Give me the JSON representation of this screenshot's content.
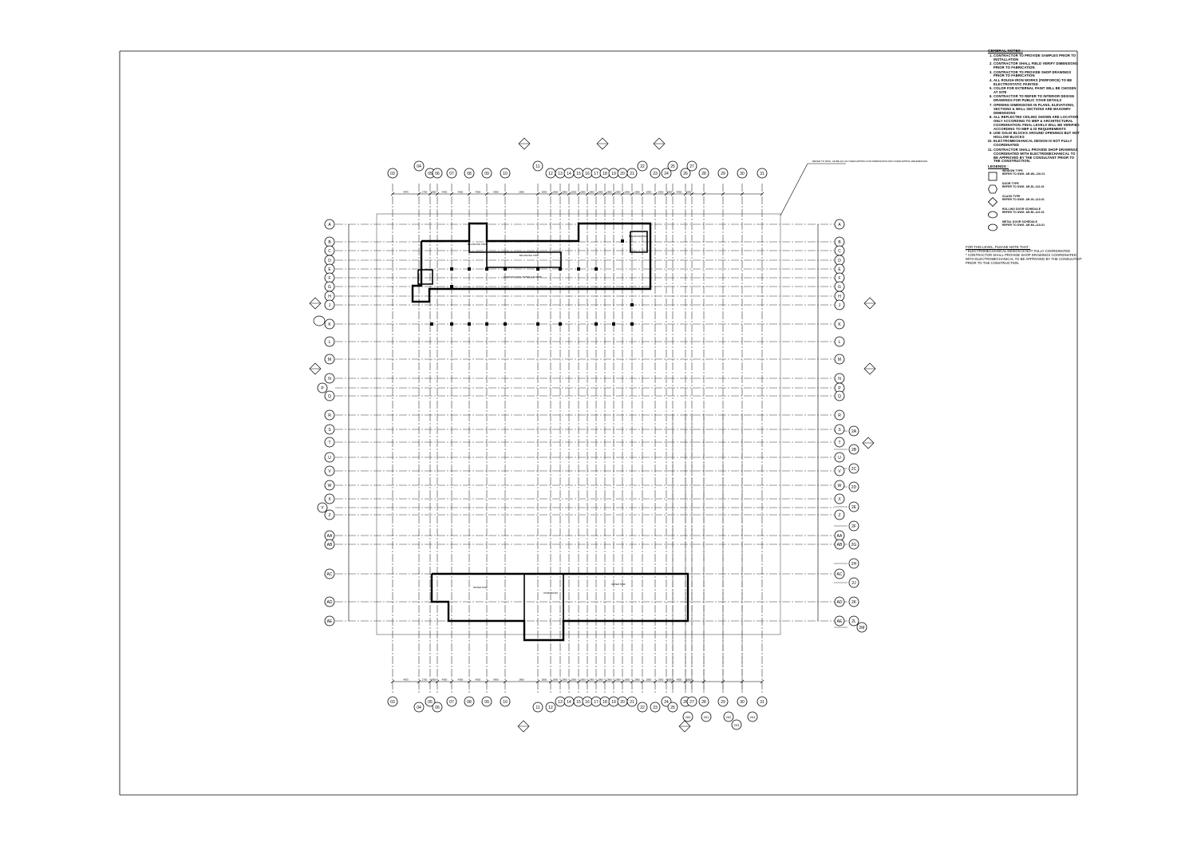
{
  "sheet": {
    "title_block_visible": false
  },
  "notes": {
    "heading": "GENERAL NOTES :",
    "items": [
      "CONTRACTOR TO PROVIDE SAMPLES PRIOR TO INSTALLATION",
      "CONTRACTOR SHALL FIELD VERIFY DIMENSIONS PRIOR TO FABRICATION",
      "CONTRACTOR TO PROVIDE SHOP DRAWINGS PRIOR TO FABRICATION",
      "ALL ROUGH IRON WORKS (FERFORCE) TO BE ELECTROSTATIC PAINTED",
      "COLOR FOR EXTERNAL PAINT WILL BE CHOSEN AT SITE",
      "CONTRACTOR TO REFER TO INTERIOR DESIGN DRAWINGS FOR PUBLIC STAIR DETAILS",
      "OPENING DIMENSIONS IN PLANS, ELEVATIONS, SECTIONS & WALL SECTIONS ARE MASONRY DIMENSIONS",
      "ALL REFLECTED CEILING SHOWN ARE LOCATION ONLY ACCORDING TO MEP & ARCHITECTURAL COORDINATION. FINAL LEVELS WILL BE VERIFIED ACCORDING TO MEP & ID REQUIREMENTS",
      "USE SOLID BLOCKS AROUND OPENINGS BUT NOT HOLLOW BLOCKS",
      "ELECTROMECHANICAL DESIGN IS NOT FULLY COORDINATED",
      "CONTRACTOR SHALL PROVIDE SHOP DRAWINGS COORDINATED WITH ELECTROMECHANICAL TO BE APPROVED BY THE CONSULTANT PRIOR TO THE CONSTRUCTION."
    ],
    "legend_heading": "LEGENDS :",
    "legend": [
      {
        "symbol": "square",
        "label": "WINDOW TYPE",
        "ref": "REFER TO DWG. AR-WL-110-01"
      },
      {
        "symbol": "hexagon",
        "label": "DOOR TYPE",
        "ref": "REFER TO DWG. AR-DL-110-01"
      },
      {
        "symbol": "diamond",
        "label": "GLASS TYPE",
        "ref": "REFER TO DWG. AR-GL-110-01"
      },
      {
        "symbol": "ellipse",
        "label": "ROLLING DOOR SCHEDULE",
        "ref": "REFER TO DWG. AR-RL-110-01"
      },
      {
        "symbol": "ellipse-tag",
        "label": "METAL DOOR SCHEDULE",
        "ref": "REFER TO DWG. AR-ML-110-01"
      }
    ],
    "post_heading": "FOR THIS LEVEL, PLEASE NOTE THAT :",
    "post_items": [
      "* ELECTROMECHANICAL DESIGN IS NOT FULLY COORDINATED",
      "* CONTRACTOR SHALL PROVIDE SHOP DRAWINGS COORDINATED WITH ELECTROMECHANICAL TO BE APPROVED BY THE CONSULTANT PRIOR TO THE CONSTRUCTION."
    ]
  },
  "callout": {
    "text": "REFER TO DWG. AR-BE-101-01 OVERLAPPING FOR DIMENSIONS AND OVERLAPPING REFERENCES"
  },
  "grid": {
    "top_columns": [
      "03",
      "04",
      "05",
      "06",
      "07",
      "08",
      "09",
      "10",
      "11",
      "12",
      "13",
      "14",
      "15",
      "16",
      "17",
      "18",
      "19",
      "20",
      "21",
      "22",
      "23",
      "24",
      "25",
      "26",
      "27",
      "28",
      "29",
      "30",
      "31"
    ],
    "bottom_columns": [
      "03",
      "04",
      "05",
      "06",
      "07",
      "08",
      "09",
      "10",
      "11",
      "12",
      "13",
      "14",
      "15",
      "16",
      "17",
      "18",
      "19",
      "20",
      "21",
      "22",
      "23",
      "24",
      "25",
      "26",
      "27",
      "28",
      "29",
      "30",
      "31",
      "200",
      "201",
      "202",
      "203",
      "204"
    ],
    "left_rows": [
      "A",
      "B",
      "C",
      "D",
      "E",
      "F",
      "G",
      "H",
      "J",
      "K",
      "L",
      "M",
      "N",
      "P",
      "Q",
      "R",
      "S",
      "T",
      "U",
      "V",
      "W",
      "X",
      "Y",
      "Z",
      "AA",
      "AB",
      "AC",
      "AD",
      "AE"
    ],
    "right_rows": [
      "A",
      "B",
      "C",
      "D",
      "E",
      "F",
      "G",
      "H",
      "J",
      "K",
      "L",
      "M",
      "N",
      "P",
      "Q",
      "R",
      "S",
      "T",
      "U",
      "V",
      "W",
      "X",
      "Z",
      "AA",
      "AB",
      "AC",
      "AD",
      "AE"
    ],
    "right_secondary": [
      "2A",
      "2B",
      "2C",
      "2D",
      "2E",
      "2F",
      "2G",
      "2H",
      "2J",
      "2K",
      "2L",
      "2M"
    ],
    "dimension_labels": [
      "4875",
      "2750",
      "4950",
      "4950",
      "4950",
      "4950",
      "9900",
      "2800",
      "2800",
      "2800",
      "2800",
      "2800",
      "2800",
      "2800",
      "2800",
      "2800",
      "2800",
      "2800",
      "2800",
      "2800",
      "2950",
      "4950",
      "4950",
      "4950"
    ]
  },
  "rooms": {
    "upper": [
      "BALANCING TANK",
      "BALANCING TANK",
      "BALANCING TANK",
      "FOUNTAIN POOL WATER & FILTERS"
    ],
    "lower": [
      "WATER TANK",
      "PUMP ROOM",
      "WATER TANK"
    ]
  }
}
